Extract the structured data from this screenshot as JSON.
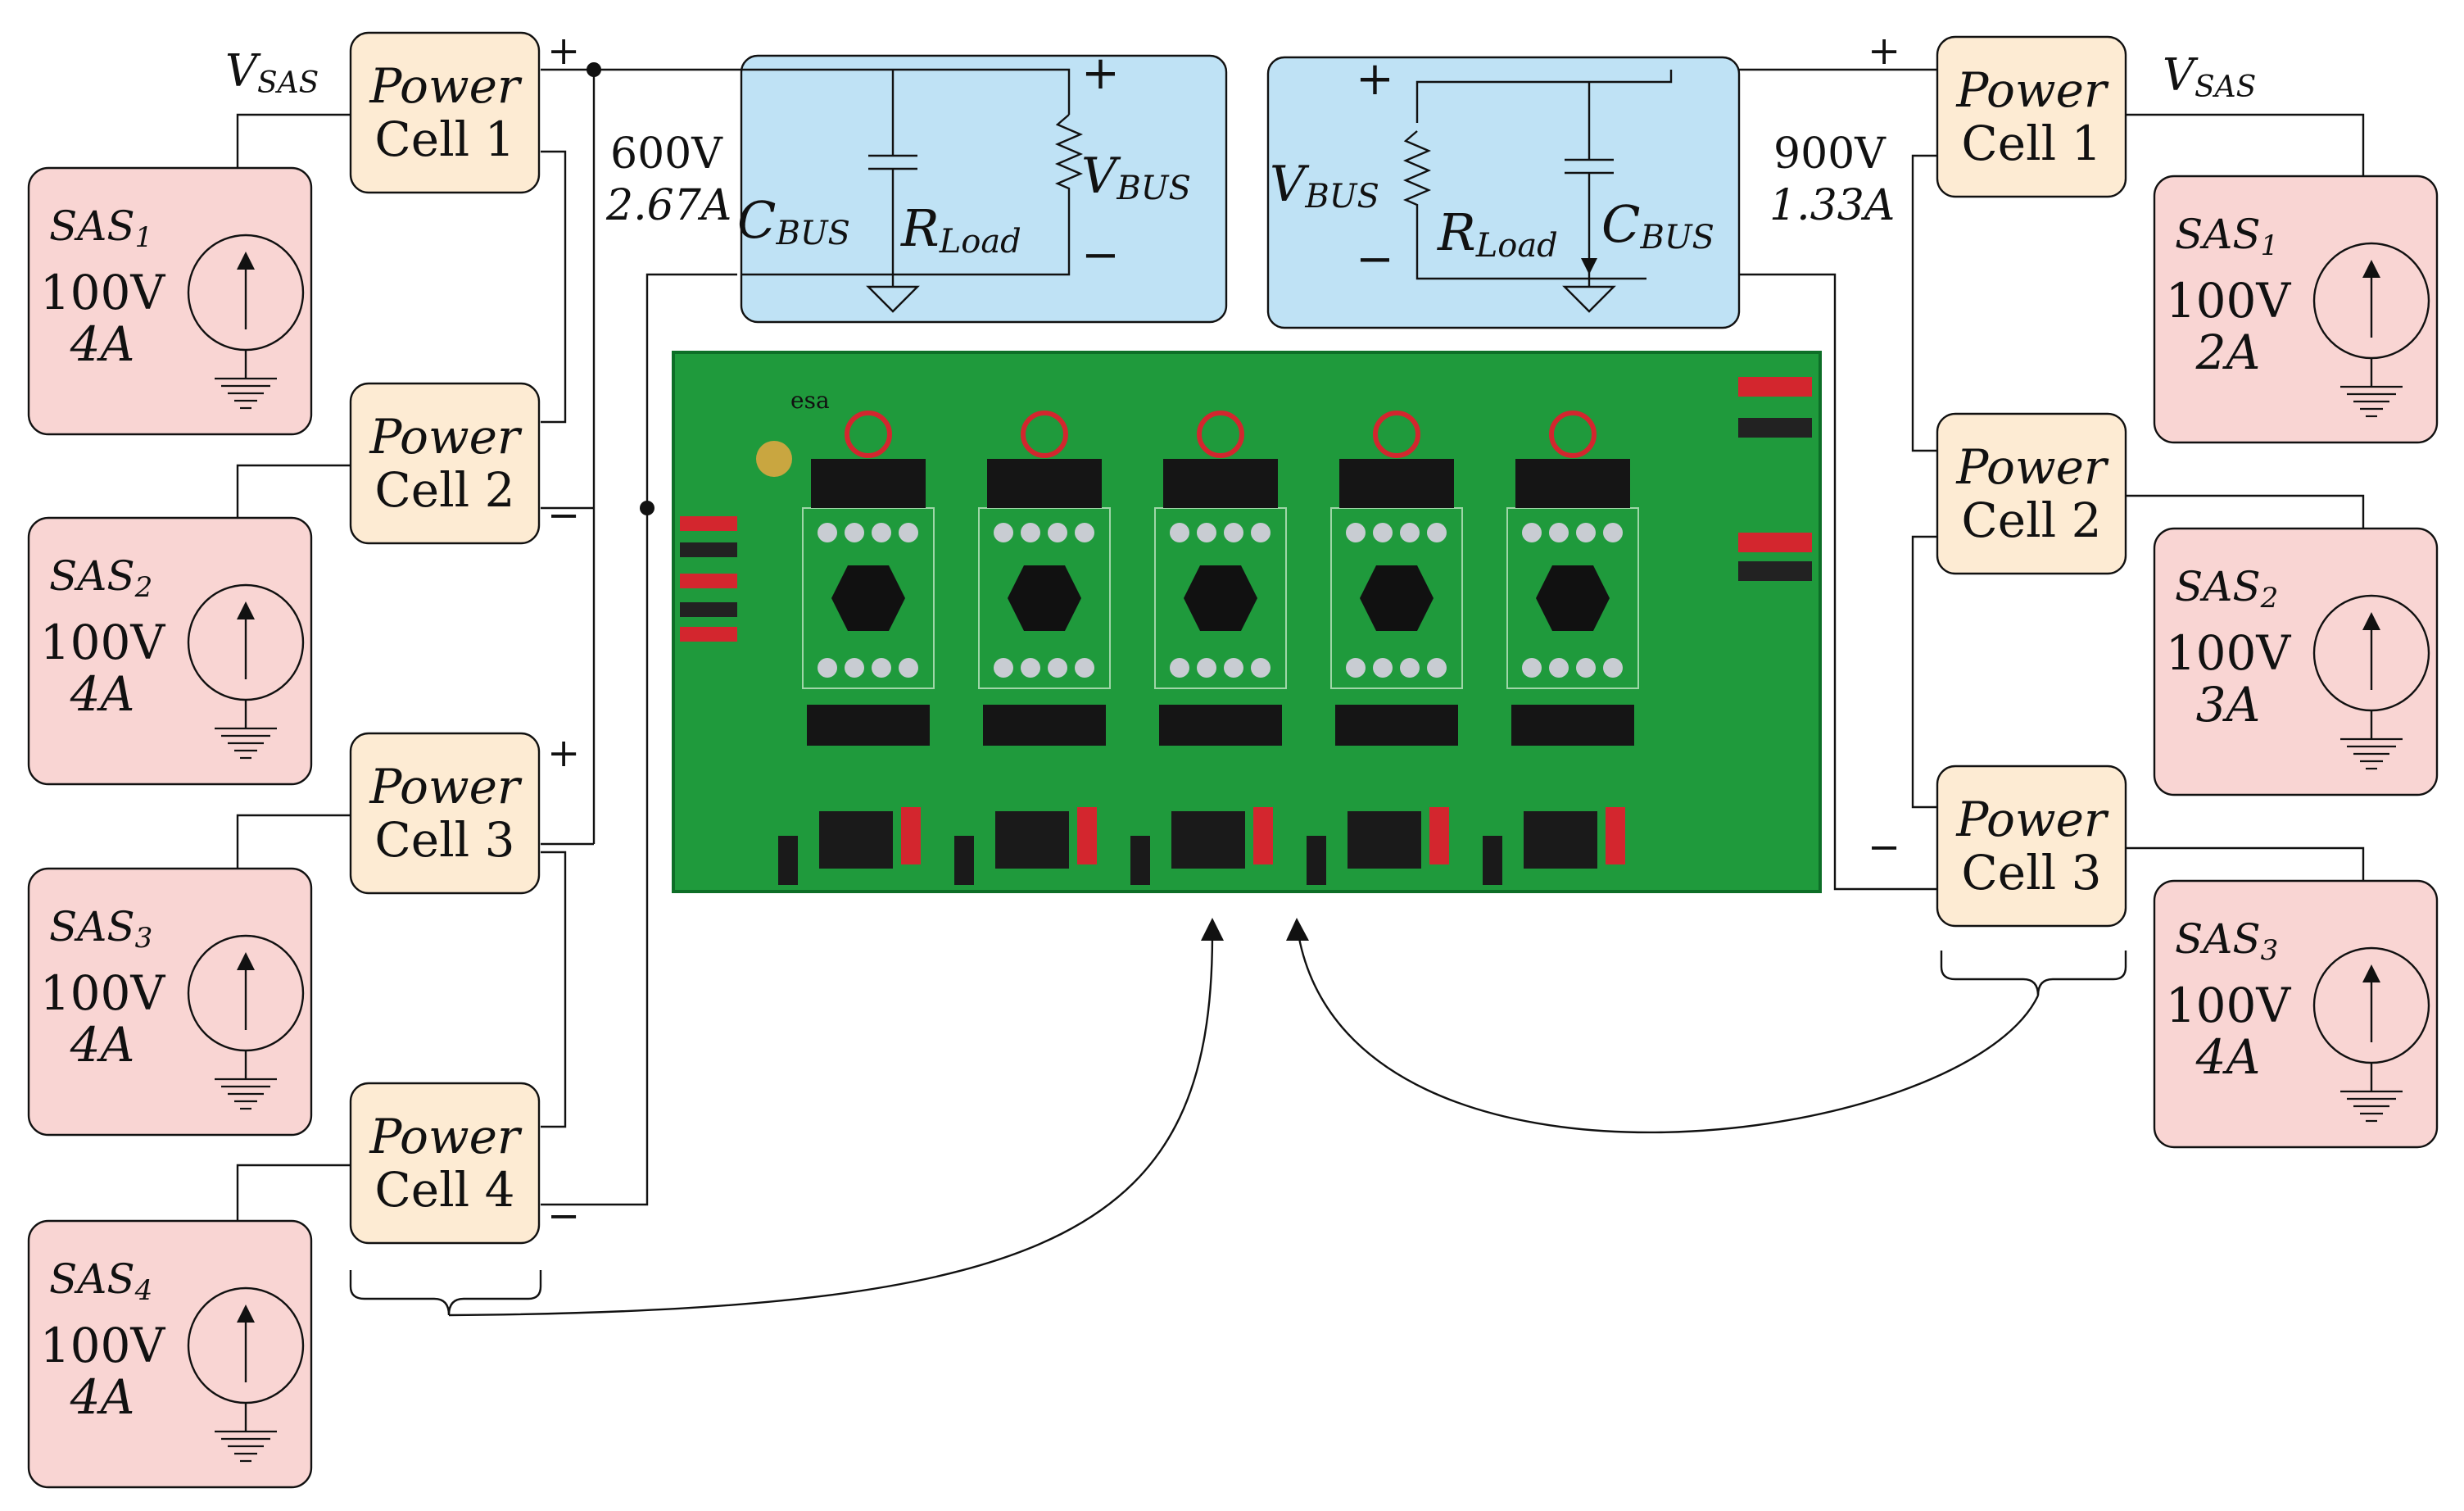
{
  "left_system": {
    "vsas_label": "V",
    "vsas_sub": "SAS",
    "bus_voltage": "600V",
    "bus_current": "2.67A",
    "cells": [
      {
        "line1": "Power",
        "line2": "Cell 1"
      },
      {
        "line1": "Power",
        "line2": "Cell 2"
      },
      {
        "line1": "Power",
        "line2": "Cell 3"
      },
      {
        "line1": "Power",
        "line2": "Cell 4"
      }
    ],
    "sources": [
      {
        "name": "SAS",
        "sub": "1",
        "voltage": "100V",
        "current": "4A"
      },
      {
        "name": "SAS",
        "sub": "2",
        "voltage": "100V",
        "current": "4A"
      },
      {
        "name": "SAS",
        "sub": "3",
        "voltage": "100V",
        "current": "4A"
      },
      {
        "name": "SAS",
        "sub": "4",
        "voltage": "100V",
        "current": "4A"
      }
    ],
    "load": {
      "c_label": "C",
      "c_sub": "BUS",
      "r_label": "R",
      "r_sub": "Load",
      "v_label": "V",
      "v_sub": "BUS",
      "plus": "+",
      "minus": "−"
    }
  },
  "right_system": {
    "vsas_label": "V",
    "vsas_sub": "SAS",
    "bus_voltage": "900V",
    "bus_current": "1.33A",
    "cells": [
      {
        "line1": "Power",
        "line2": "Cell 1"
      },
      {
        "line1": "Power",
        "line2": "Cell 2"
      },
      {
        "line1": "Power",
        "line2": "Cell 3"
      }
    ],
    "sources": [
      {
        "name": "SAS",
        "sub": "1",
        "voltage": "100V",
        "current": "2A"
      },
      {
        "name": "SAS",
        "sub": "2",
        "voltage": "100V",
        "current": "3A"
      },
      {
        "name": "SAS",
        "sub": "3",
        "voltage": "100V",
        "current": "4A"
      }
    ],
    "load": {
      "c_label": "C",
      "c_sub": "BUS",
      "r_label": "R",
      "r_sub": "Load",
      "v_label": "V",
      "v_sub": "BUS",
      "plus": "+",
      "minus": "−"
    }
  },
  "pcb_labels": {
    "logo": "esa"
  },
  "colors": {
    "cell_fill": "#fdebd3",
    "source_fill": "#f9d5d3",
    "load_fill": "#bfe2f5",
    "pcb_fill": "#1f9a3c"
  }
}
